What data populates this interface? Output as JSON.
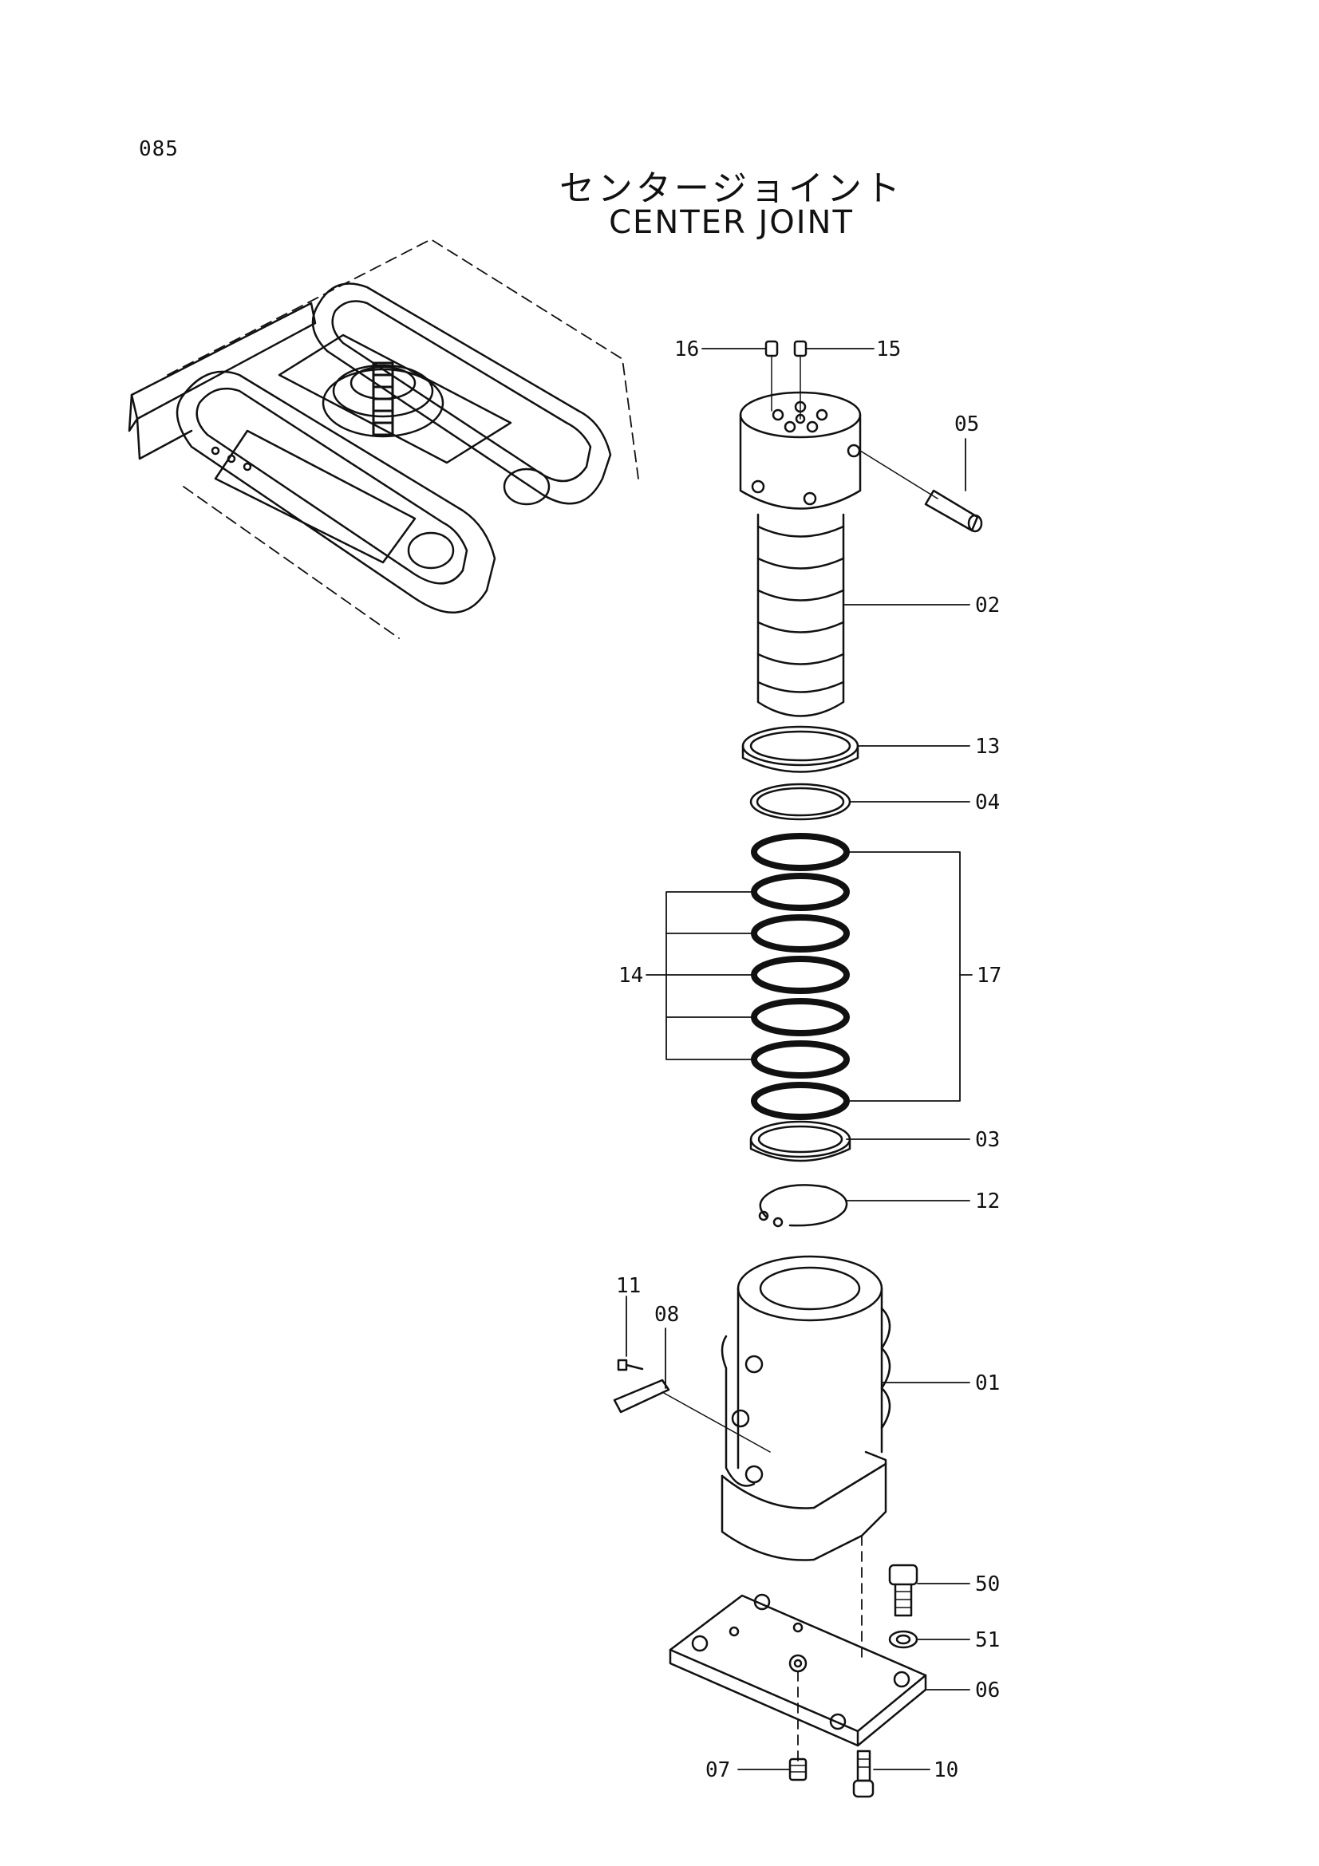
{
  "page_number": "085",
  "title_jp": "センタージョイント",
  "title_en": "CENTER JOINT",
  "callouts": [
    "16",
    "15",
    "05",
    "02",
    "13",
    "04",
    "14",
    "17",
    "03",
    "12",
    "11",
    "08",
    "01",
    "50",
    "51",
    "06",
    "07",
    "10"
  ]
}
